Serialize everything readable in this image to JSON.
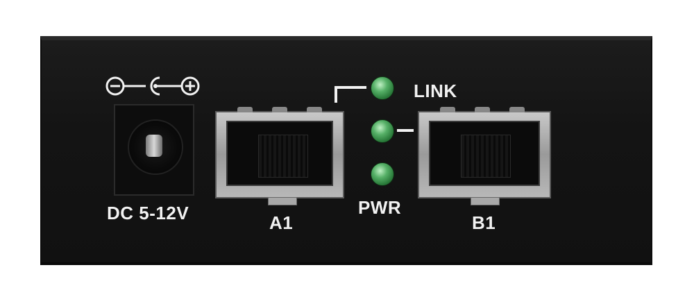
{
  "labels": {
    "power_input": "DC 5-12V",
    "port_a": "A1",
    "port_b": "B1",
    "led_link": "LINK",
    "led_power": "PWR"
  },
  "icons": {
    "polarity": "dc-polarity-center-positive-icon"
  },
  "colors": {
    "panel": "#141414",
    "led_green": "#3f9a52",
    "text": "#f2f2f2",
    "sfp_metal": "#b5b5b5"
  }
}
